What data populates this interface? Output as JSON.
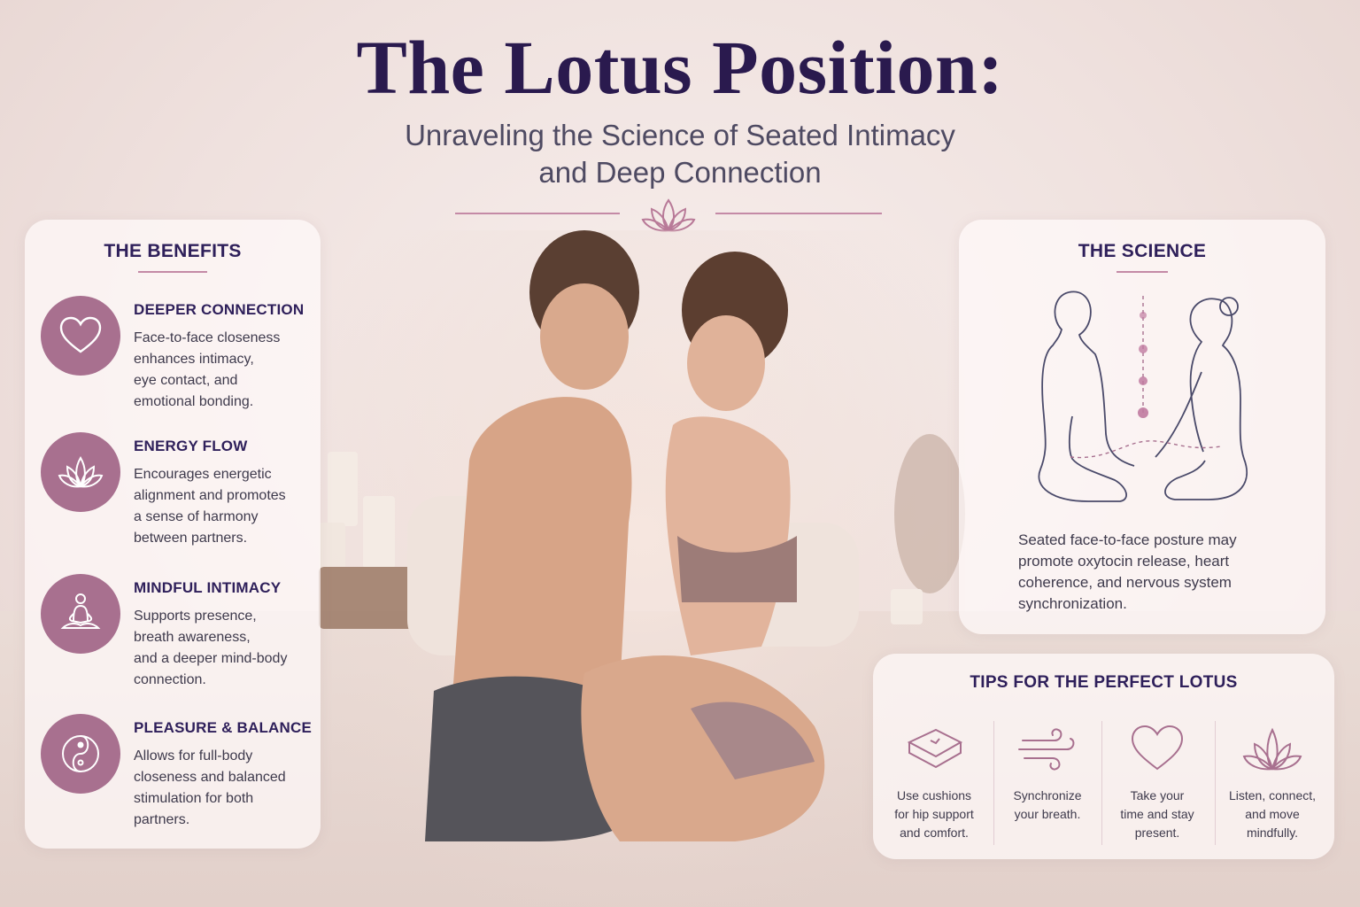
{
  "title": "The Lotus Position:",
  "subtitle": {
    "line1": "Unraveling the Science of Seated Intimacy",
    "line2": "and Deep Connection"
  },
  "colors": {
    "title": "#2a1a4e",
    "accent": "#a8708f",
    "rule": "#c48aa6",
    "background": "#f3e7e4"
  },
  "benefits": {
    "heading": "THE BENEFITS",
    "items": [
      {
        "icon": "heart-icon",
        "title": "DEEPER CONNECTION",
        "lines": [
          "Face-to-face closeness",
          "enhances intimacy,",
          "eye contact, and",
          "emotional bonding."
        ]
      },
      {
        "icon": "lotus-icon",
        "title": "ENERGY FLOW",
        "lines": [
          "Encourages energetic",
          "alignment and promotes",
          "a sense of harmony",
          "between partners."
        ]
      },
      {
        "icon": "meditation-icon",
        "title": "MINDFUL INTIMACY",
        "lines": [
          "Supports presence,",
          "breath awareness,",
          "and a deeper mind-body",
          "connection."
        ]
      },
      {
        "icon": "yin-yang-icon",
        "title": "PLEASURE & BALANCE",
        "lines": [
          "Allows for full-body",
          "closeness and balanced",
          "stimulation for both",
          "partners."
        ]
      }
    ]
  },
  "science": {
    "heading": "THE SCIENCE",
    "figure_icon": "seated-couple-outline-icon",
    "lines": [
      "Seated face-to-face posture may",
      "promote oxytocin release, heart",
      "coherence, and nervous system",
      "synchronization."
    ]
  },
  "tips": {
    "heading": "TIPS FOR THE PERFECT LOTUS",
    "items": [
      {
        "icon": "cushion-icon",
        "lines": [
          "Use cushions",
          "for hip support",
          "and comfort."
        ]
      },
      {
        "icon": "breath-icon",
        "lines": [
          "Synchronize",
          "your breath."
        ]
      },
      {
        "icon": "heart-outline-icon",
        "lines": [
          "Take your",
          "time and stay",
          "present."
        ]
      },
      {
        "icon": "lotus-outline-icon",
        "lines": [
          "Listen, connect,",
          "and move",
          "mindfully."
        ]
      }
    ]
  }
}
